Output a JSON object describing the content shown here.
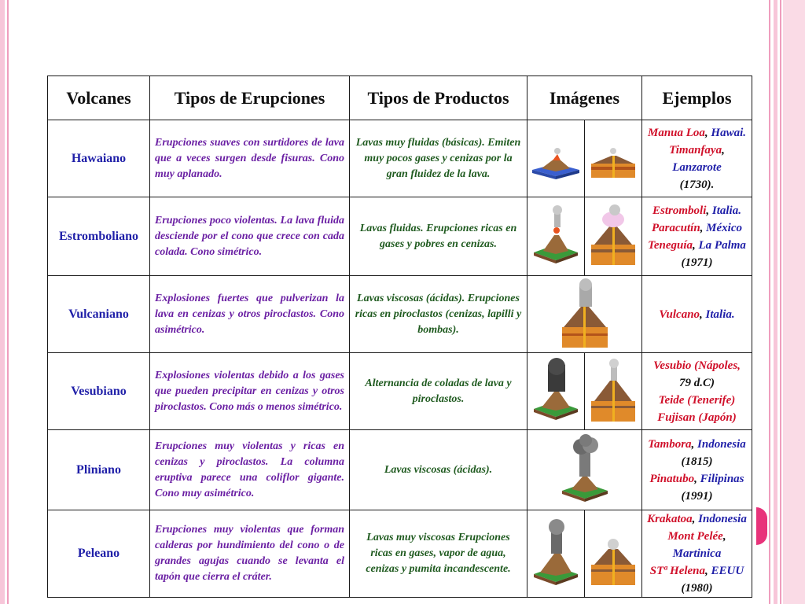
{
  "headers": {
    "volcanes": "Volcanes",
    "erupciones": "Tipos de Erupciones",
    "productos": "Tipos de Productos",
    "imagenes": "Imágenes",
    "ejemplos": "Ejemplos"
  },
  "rows": [
    {
      "name": "Hawaiano",
      "eruption": "Erupciones suaves con surtidores de lava que a veces surgen desde fisuras. Cono muy aplanado.",
      "products": "Lavas muy fluidas (básicas). Emiten muy pocos gases y cenizas por la gran fluidez de la lava.",
      "ex": [
        {
          "a": "Manua Loa",
          "b": ", ",
          "c": "Hawai."
        },
        {
          "a": "Timanfaya",
          "b": ", ",
          "c": "Lanzarote"
        },
        {
          "d": "(1730)."
        }
      ]
    },
    {
      "name": "Estromboliano",
      "eruption": "Erupciones poco violentas. La lava fluida desciende por el cono que crece con cada colada. Cono simétrico.",
      "products": "Lavas fluidas. Erupciones ricas en gases y pobres en cenizas.",
      "ex": [
        {
          "a": "Estromboli",
          "b": ", ",
          "c": "Italia."
        },
        {
          "a": "Paracutín",
          "b": ", ",
          "c": "México"
        },
        {
          "a": "Teneguía",
          "b": ", ",
          "c": "La Palma"
        },
        {
          "d": "(1971)"
        }
      ]
    },
    {
      "name": "Vulcaniano",
      "eruption": "Explosiones fuertes que pulverizan la lava en cenizas y otros piroclastos. Cono asimétrico.",
      "products": "Lavas viscosas (ácidas). Erupciones ricas en piroclastos (cenizas, lapilli y bombas).",
      "ex": [
        {
          "a": "Vulcano",
          "b": ", ",
          "c": "Italia."
        }
      ]
    },
    {
      "name": "Vesubiano",
      "eruption": "Explosiones violentas debido a los gases que pueden precipitar en cenizas y otros piroclastos. Cono más o menos simétrico.",
      "products": "Alternancia de coladas de lava y piroclastos.",
      "ex": [
        {
          "a": "Vesubio (Nápoles,"
        },
        {
          "d": "79 d.C)"
        },
        {
          "a": "Teide (Tenerife)"
        },
        {
          "a": "Fujisan (Japón)"
        }
      ]
    },
    {
      "name": "Pliniano",
      "eruption": "Erupciones muy violentas y ricas en cenizas y piroclastos. La columna eruptiva parece una coliflor gigante. Cono muy asimétrico.",
      "products": "Lavas viscosas (ácidas).",
      "ex": [
        {
          "a": "Tambora",
          "b": ", ",
          "c": "Indonesia"
        },
        {
          "d": "(1815)"
        },
        {
          "a": "Pinatubo",
          "b": ", ",
          "c": "Filipinas"
        },
        {
          "d": "(1991)"
        }
      ]
    },
    {
      "name": "Peleano",
      "eruption": "Erupciones muy violentas que forman calderas por hundimiento del cono o de grandes agujas cuando se levanta el tapón que cierra el cráter.",
      "products": "Lavas muy viscosas Erupciones ricas en gases, vapor de agua, cenizas y pumita incandescente.",
      "ex": [
        {
          "a": "Krakatoa",
          "b": ", ",
          "c": "Indonesia"
        },
        {
          "a": "Mont Pelée",
          "b": ", ",
          "c": "Martinica"
        },
        {
          "a": "STª Helena",
          "b": ", ",
          "c": "EEUU"
        },
        {
          "d": "(1980)"
        }
      ]
    }
  ]
}
